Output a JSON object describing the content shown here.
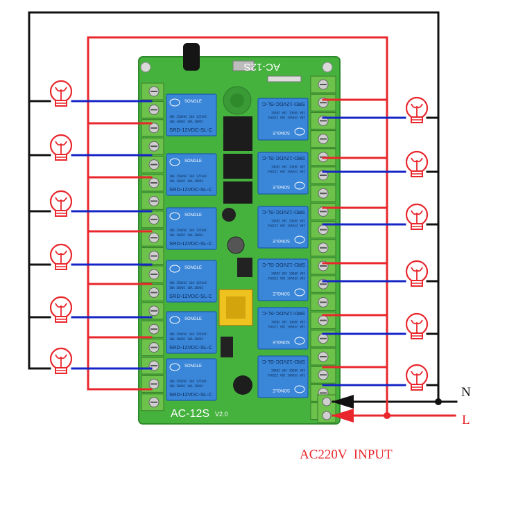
{
  "board": {
    "model_top": "AC-12S",
    "model_bottom": "AC-12S",
    "version": "V2.0",
    "relay_brand": "SONGLE",
    "relay_model": "SRD-12VDC-SL-C",
    "relay_rating_1": "10A 250VAC 10A 125VAC",
    "relay_rating_2": "10A 30VDC 10A 28VDC",
    "relay_count": 12
  },
  "wiring": {
    "neutral_label": "N",
    "live_label": "L",
    "input_label": "AC220V  INPUT",
    "lamp_count": 12
  },
  "colors": {
    "neutral_wire": "#111111",
    "live_wire": "#e8262b",
    "load_wire": "#1524c4",
    "lamp": "#e8262b",
    "board": "#3fae3a",
    "relay": "#3a86d8",
    "terminal": "#6cc24a",
    "input_label": "#e8262b",
    "live_label": "#e8262b",
    "neutral_label": "#111111"
  }
}
